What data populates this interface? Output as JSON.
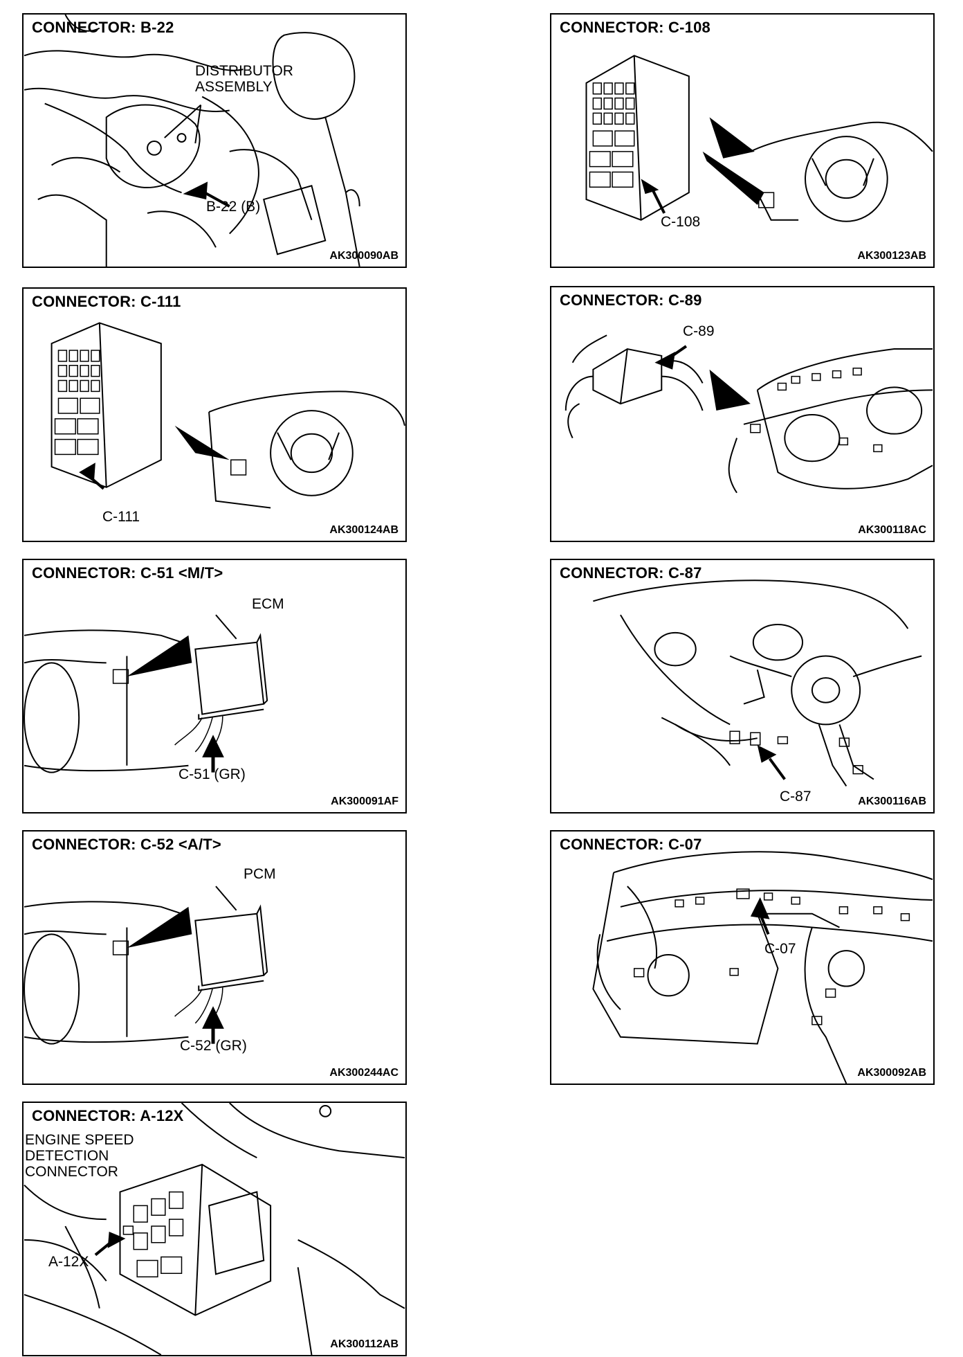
{
  "panels": [
    {
      "title": "CONNECTOR: B-22",
      "code": "AK300090AB",
      "labels": [
        "DISTRIBUTOR\nASSEMBLY",
        "B-22 (B)"
      ]
    },
    {
      "title": "CONNECTOR: C-108",
      "code": "AK300123AB",
      "labels": [
        "C-108"
      ]
    },
    {
      "title": "CONNECTOR: C-111",
      "code": "AK300124AB",
      "labels": [
        "C-111"
      ]
    },
    {
      "title": "CONNECTOR: C-89",
      "code": "AK300118AC",
      "labels": [
        "C-89"
      ]
    },
    {
      "title": "CONNECTOR: C-51 <M/T>",
      "code": "AK300091AF",
      "labels": [
        "ECM",
        "C-51 (GR)"
      ]
    },
    {
      "title": "CONNECTOR: C-87",
      "code": "AK300116AB",
      "labels": [
        "C-87"
      ]
    },
    {
      "title": "CONNECTOR: C-52 <A/T>",
      "code": "AK300244AC",
      "labels": [
        "PCM",
        "C-52 (GR)"
      ]
    },
    {
      "title": "CONNECTOR: C-07",
      "code": "AK300092AB",
      "labels": [
        "C-07"
      ]
    },
    {
      "title": "CONNECTOR: A-12X",
      "code": "AK300112AB",
      "labels": [
        "ENGINE SPEED\nDETECTION\nCONNECTOR",
        "A-12X"
      ]
    }
  ]
}
